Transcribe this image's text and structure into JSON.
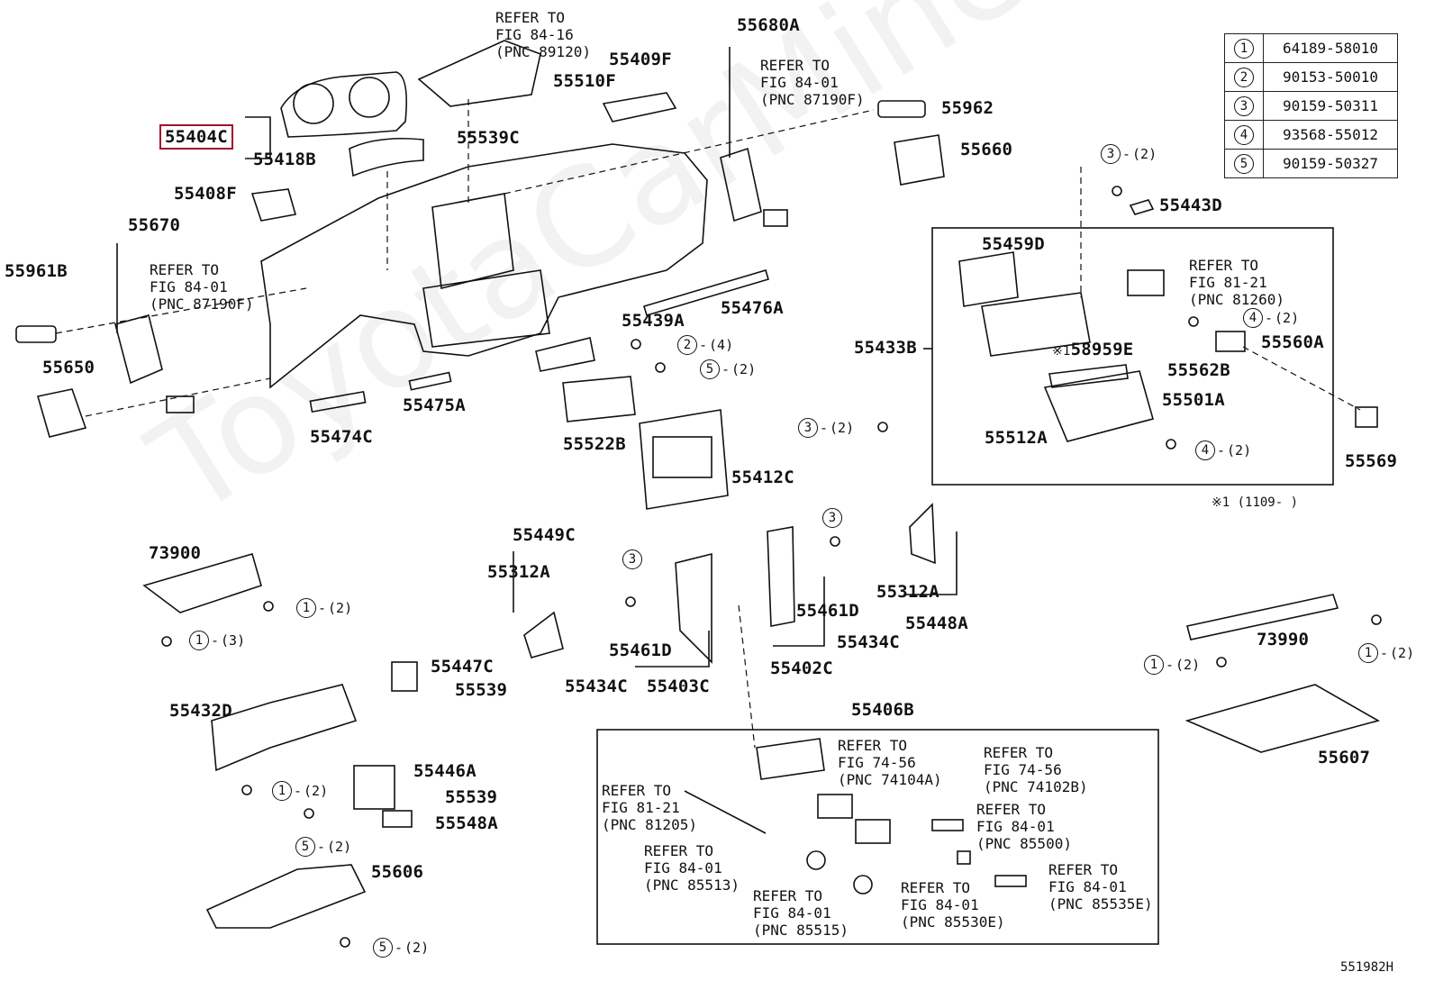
{
  "watermark": "ToyotaCarMiner.ru",
  "legend": [
    {
      "num": "1",
      "part": "64189-58010"
    },
    {
      "num": "2",
      "part": "90153-50010"
    },
    {
      "num": "3",
      "part": "90159-50311"
    },
    {
      "num": "4",
      "part": "93568-55012"
    },
    {
      "num": "5",
      "part": "90159-50327"
    }
  ],
  "parts": {
    "p55680A": "55680A",
    "p55409F": "55409F",
    "p55510F": "55510F",
    "p55404C": "55404C",
    "p55539C": "55539C",
    "p55418B": "55418B",
    "p55962": "55962",
    "p55660": "55660",
    "p55408F": "55408F",
    "p55670": "55670",
    "p55961B": "55961B",
    "p55650": "55650",
    "p55476A": "55476A",
    "p55439A": "55439A",
    "p55475A": "55475A",
    "p55474C": "55474C",
    "p55522B": "55522B",
    "p55412C": "55412C",
    "p55443D": "55443D",
    "p55459D": "55459D",
    "p55433B": "55433B",
    "p58959E": "58959E",
    "p55560A": "55560A",
    "p55562B": "55562B",
    "p55501A": "55501A",
    "p55512A": "55512A",
    "p55569": "55569",
    "p73900": "73900",
    "p55449C": "55449C",
    "p55312A_l": "55312A",
    "p55461D_l": "55461D",
    "p55434C_l": "55434C",
    "p55403C": "55403C",
    "p55447C": "55447C",
    "p55539_a": "55539",
    "p55432D": "55432D",
    "p55446A": "55446A",
    "p55539_b": "55539",
    "p55548A": "55548A",
    "p55606": "55606",
    "p55461D_r": "55461D",
    "p55402C": "55402C",
    "p55434C_r": "55434C",
    "p55312A_r": "55312A",
    "p55448A": "55448A",
    "p73990": "73990",
    "p55607": "55607",
    "p55406B": "55406B"
  },
  "refs": {
    "r_top": "REFER TO\nFIG 84-16\n(PNC 89120)",
    "r_55680": "REFER TO\nFIG 84-01\n(PNC 87190F)",
    "r_55670": "REFER TO\nFIG 84-01\n(PNC 87190F)",
    "r_81260": "REFER TO\nFIG 81-21\n(PNC 81260)",
    "r_74104A": "REFER TO\nFIG 74-56\n(PNC 74104A)",
    "r_74102B": "REFER TO\nFIG 74-56\n(PNC 74102B)",
    "r_81205": "REFER TO\nFIG 81-21\n(PNC 81205)",
    "r_85500": "REFER TO\nFIG 84-01\n(PNC 85500)",
    "r_85513": "REFER TO\nFIG 84-01\n(PNC 85513)",
    "r_85515": "REFER TO\nFIG 84-01\n(PNC 85515)",
    "r_85530E": "REFER TO\nFIG 84-01\n(PNC 85530E)",
    "r_85535E": "REFER TO\nFIG 84-01\n(PNC 85535E)"
  },
  "qtys": {
    "q2": "(2)",
    "q3": "(3)",
    "q4": "(4)"
  },
  "note": "※1 (1109-    )",
  "note_mark": "※1",
  "drawing_code": "551982H"
}
